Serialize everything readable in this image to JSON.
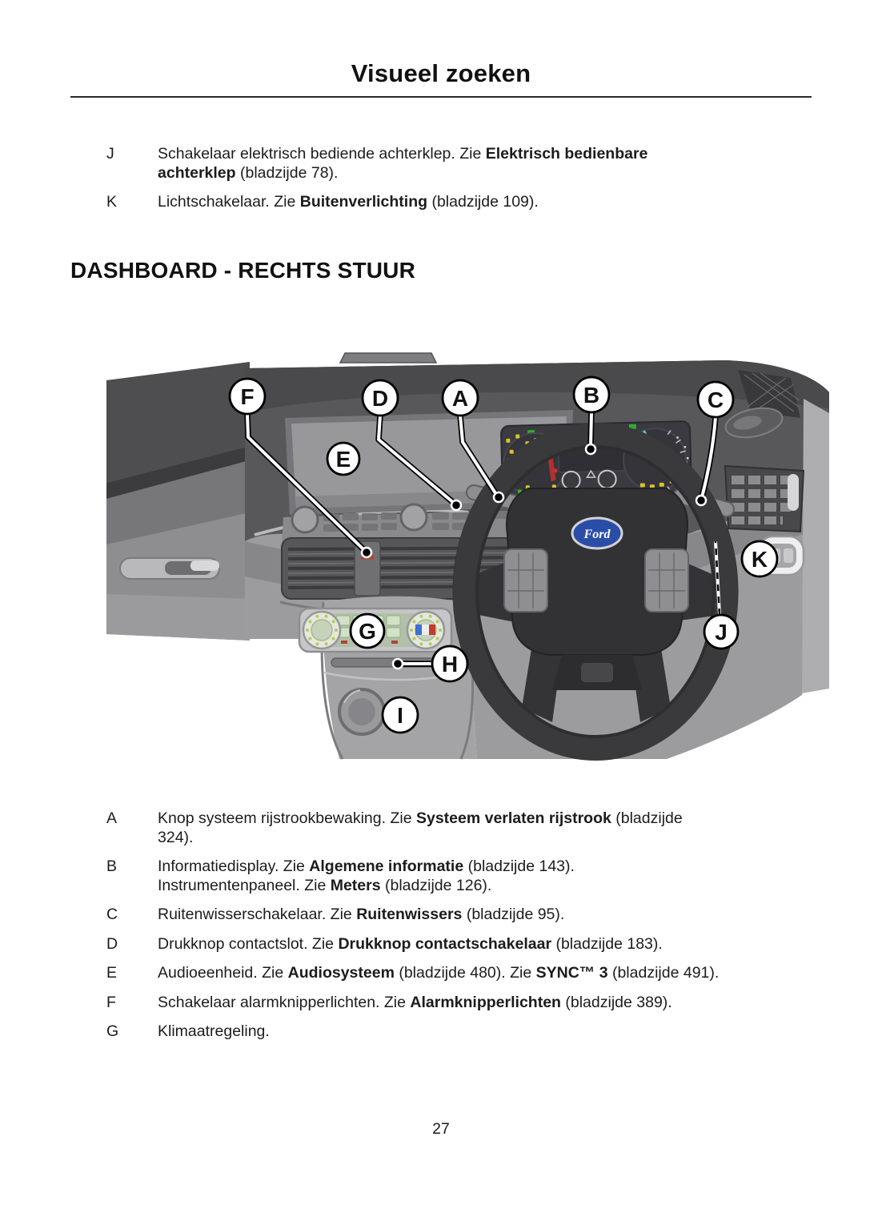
{
  "page": {
    "title": "Visueel zoeken",
    "section_heading": "DASHBOARD - RECHTS STUUR",
    "page_number": "27"
  },
  "top_list": {
    "items": [
      {
        "letter": "J",
        "segments": [
          {
            "text": "Schakelaar elektrisch bediende achterklep. Zie ",
            "bold": false
          },
          {
            "text": "Elektrisch bedienbare",
            "bold": true
          },
          {
            "break": true
          },
          {
            "text": "achterklep",
            "bold": true
          },
          {
            "text": " (bladzijde 78).",
            "bold": false
          }
        ]
      },
      {
        "letter": "K",
        "segments": [
          {
            "text": "Lichtschakelaar. Zie ",
            "bold": false
          },
          {
            "text": "Buitenverlichting",
            "bold": true
          },
          {
            "text": " (bladzijde 109).",
            "bold": false
          }
        ]
      }
    ]
  },
  "figure": {
    "description": "Dashboard rechts stuur illustratie",
    "brand_logo": "Ford",
    "callouts": [
      {
        "letter": "A"
      },
      {
        "letter": "B"
      },
      {
        "letter": "C"
      },
      {
        "letter": "D"
      },
      {
        "letter": "E"
      },
      {
        "letter": "F"
      },
      {
        "letter": "G"
      },
      {
        "letter": "H"
      },
      {
        "letter": "I"
      },
      {
        "letter": "J"
      },
      {
        "letter": "K"
      }
    ]
  },
  "bottom_list": {
    "items": [
      {
        "letter": "A",
        "segments": [
          {
            "text": "Knop systeem rijstrookbewaking. Zie ",
            "bold": false
          },
          {
            "text": "Systeem verlaten rijstrook",
            "bold": true
          },
          {
            "text": " (bladzijde",
            "bold": false
          },
          {
            "break": true
          },
          {
            "text": "324).",
            "bold": false
          }
        ]
      },
      {
        "letter": "B",
        "segments": [
          {
            "text": "Informatiedisplay. Zie ",
            "bold": false
          },
          {
            "text": "Algemene informatie",
            "bold": true
          },
          {
            "text": " (bladzijde 143).",
            "bold": false
          },
          {
            "break": true
          },
          {
            "text": "Instrumentenpaneel. Zie ",
            "bold": false
          },
          {
            "text": "Meters",
            "bold": true
          },
          {
            "text": " (bladzijde 126).",
            "bold": false
          }
        ]
      },
      {
        "letter": "C",
        "segments": [
          {
            "text": "Ruitenwisserschakelaar. Zie ",
            "bold": false
          },
          {
            "text": "Ruitenwissers",
            "bold": true
          },
          {
            "text": " (bladzijde 95).",
            "bold": false
          }
        ]
      },
      {
        "letter": "D",
        "segments": [
          {
            "text": "Drukknop contactslot. Zie ",
            "bold": false
          },
          {
            "text": "Drukknop contactschakelaar",
            "bold": true
          },
          {
            "text": " (bladzijde 183).",
            "bold": false
          }
        ]
      },
      {
        "letter": "E",
        "segments": [
          {
            "text": "Audioeenheid. Zie ",
            "bold": false
          },
          {
            "text": "Audiosysteem",
            "bold": true
          },
          {
            "text": " (bladzijde 480). Zie ",
            "bold": false
          },
          {
            "text": "SYNC™ 3",
            "bold": true
          },
          {
            "text": " (bladzijde 491).",
            "bold": false
          }
        ]
      },
      {
        "letter": "F",
        "segments": [
          {
            "text": "Schakelaar alarmknipperlichten. Zie ",
            "bold": false
          },
          {
            "text": "Alarmknipperlichten",
            "bold": true
          },
          {
            "text": " (bladzijde 389).",
            "bold": false
          }
        ]
      },
      {
        "letter": "G",
        "segments": [
          {
            "text": "Klimaatregeling.",
            "bold": false
          }
        ]
      }
    ]
  }
}
